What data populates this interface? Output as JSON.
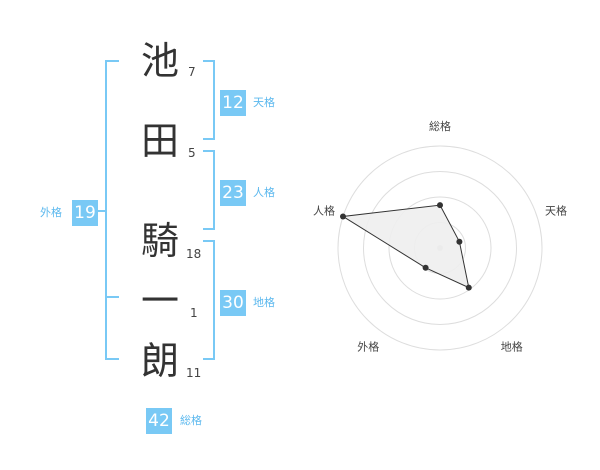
{
  "name": {
    "chars": [
      {
        "char": "池",
        "strokes": "7"
      },
      {
        "char": "田",
        "strokes": "5"
      },
      {
        "char": "騎",
        "strokes": "18"
      },
      {
        "char": "一",
        "strokes": "1"
      },
      {
        "char": "朗",
        "strokes": "11"
      }
    ]
  },
  "kaku": {
    "tenkaku": {
      "value": "12",
      "label": "天格"
    },
    "jinkaku": {
      "value": "23",
      "label": "人格"
    },
    "chikaku": {
      "value": "30",
      "label": "地格"
    },
    "gaikaku": {
      "value": "19",
      "label": "外格"
    },
    "soukaku": {
      "value": "42",
      "label": "総格"
    }
  },
  "chart_data": {
    "type": "radar",
    "axes": [
      "総格",
      "天格",
      "地格",
      "外格",
      "人格"
    ],
    "values": [
      0.42,
      0.2,
      0.48,
      0.24,
      1.0
    ],
    "rings": 4,
    "colors": {
      "accent": "#79c9f5",
      "fill": "#eeeeee",
      "line": "#333333",
      "grid": "#dddddd"
    }
  }
}
